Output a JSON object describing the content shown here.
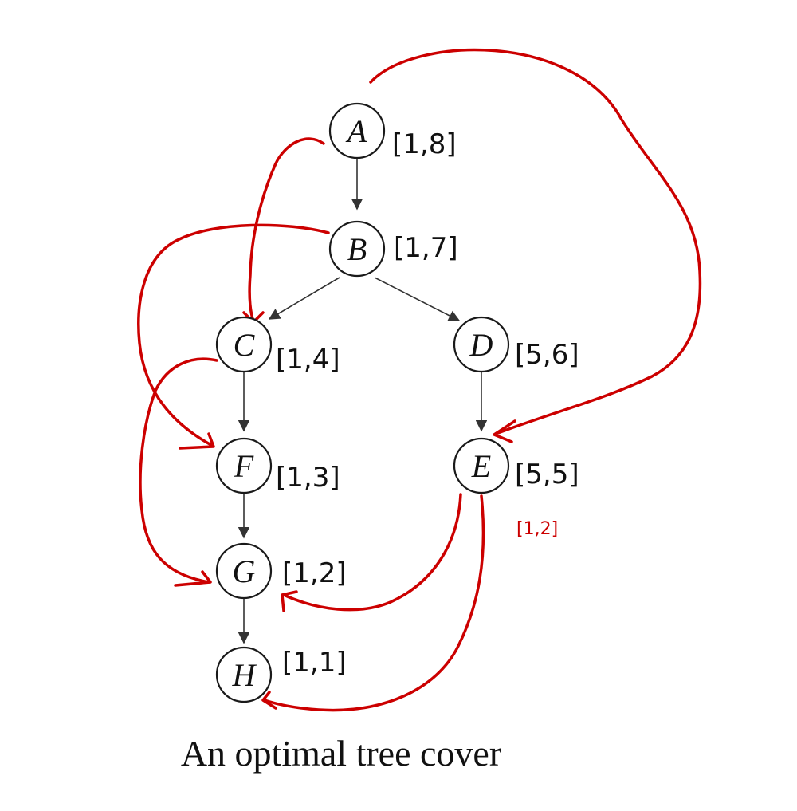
{
  "colors": {
    "node_stroke": "#1a1a1a",
    "tree_edge": "#333333",
    "annotation_red": "#cc0000",
    "background": "#ffffff"
  },
  "nodes": {
    "A": {
      "label": "A",
      "interval": "[1,8]"
    },
    "B": {
      "label": "B",
      "interval": "[1,7]"
    },
    "C": {
      "label": "C",
      "interval": "[1,4]"
    },
    "D": {
      "label": "D",
      "interval": "[5,6]"
    },
    "E": {
      "label": "E",
      "interval": "[5,5]",
      "extra_interval": "[1,2]"
    },
    "F": {
      "label": "F",
      "interval": "[1,3]"
    },
    "G": {
      "label": "G",
      "interval": "[1,2]"
    },
    "H": {
      "label": "H",
      "interval": "[1,1]"
    }
  },
  "tree_edges": [
    [
      "A",
      "B"
    ],
    [
      "B",
      "C"
    ],
    [
      "B",
      "D"
    ],
    [
      "C",
      "F"
    ],
    [
      "D",
      "E"
    ],
    [
      "F",
      "G"
    ],
    [
      "G",
      "H"
    ]
  ],
  "extra_edges": [
    [
      "A",
      "C"
    ],
    [
      "A",
      "E"
    ],
    [
      "B",
      "F"
    ],
    [
      "C",
      "G"
    ],
    [
      "E",
      "G"
    ],
    [
      "E",
      "H"
    ]
  ],
  "caption": "An optimal tree cover"
}
